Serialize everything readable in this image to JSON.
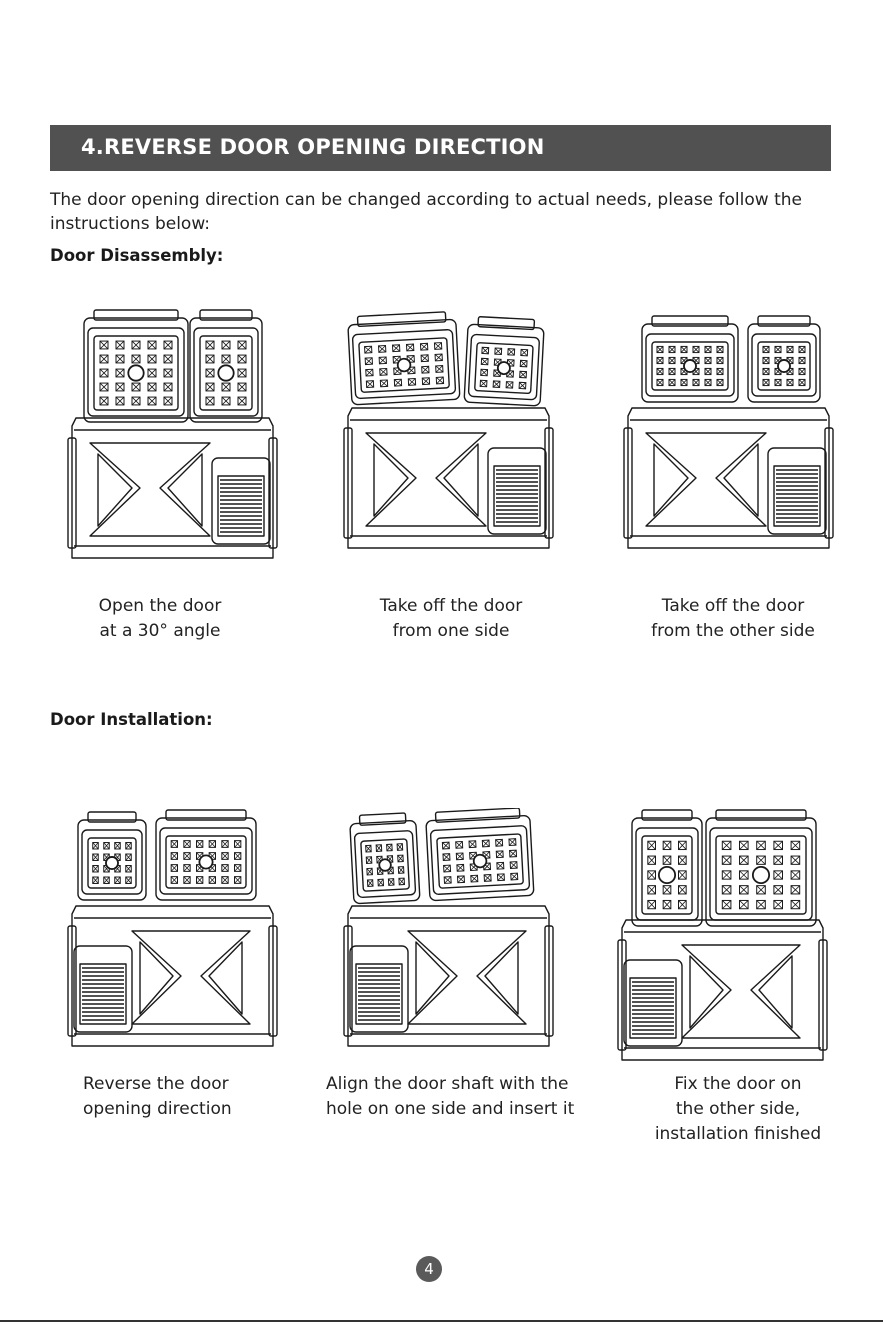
{
  "header": {
    "title": "4.REVERSE DOOR OPENING DIRECTION"
  },
  "intro": {
    "line1": "The door opening direction can be changed according to actual needs, please follow the",
    "line2": "instructions below:"
  },
  "disassembly": {
    "title": "Door Disassembly:",
    "steps": [
      {
        "line1": "Open the door",
        "line2": "at a 30° angle"
      },
      {
        "line1": "Take off the door",
        "line2": "from one side"
      },
      {
        "line1": "Take off the door",
        "line2": "from the other side"
      }
    ]
  },
  "installation": {
    "title": "Door Installation:",
    "steps": [
      {
        "line1": "Reverse the door",
        "line2": "opening direction"
      },
      {
        "line1": "Align the door shaft with the",
        "line2": "hole on one side and insert it"
      },
      {
        "line1": "Fix the door on",
        "line2": "the other side,",
        "line3": "installation finished"
      }
    ]
  },
  "page": {
    "number": "4"
  },
  "icons": {
    "figure": "dual-zone-fridge-illustration-icon"
  }
}
